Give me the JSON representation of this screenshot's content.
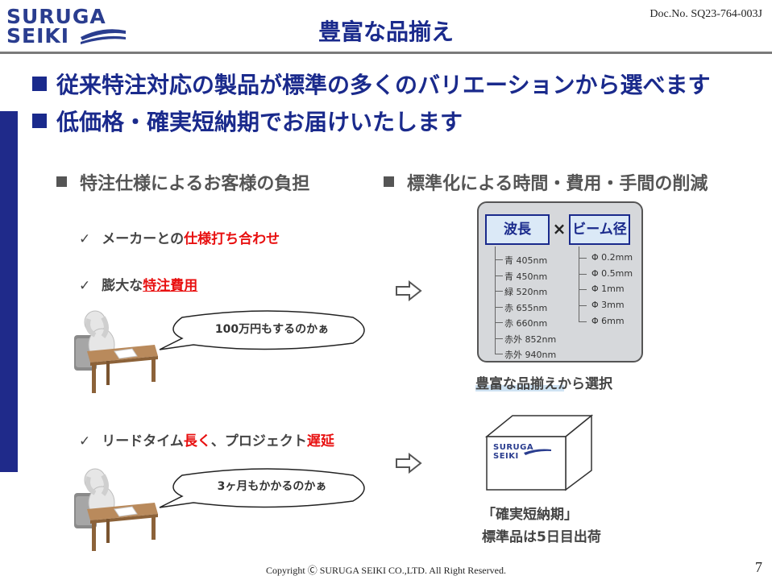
{
  "header": {
    "logo_line1": "SURUGA",
    "logo_line2": "SEIKI",
    "title": "豊富な品揃え",
    "doc_no": "Doc.No. SQ23-764-003J"
  },
  "bullets": [
    "従来特注対応の製品が標準の多くのバリエーションから選べます",
    "低価格・確実短納期でお届けいたします"
  ],
  "left_section": {
    "heading": "特注仕様によるお客様の負担",
    "check_mark": "✓",
    "check1": {
      "pre": "メーカーとの",
      "highlight": "仕様打ち合わせ"
    },
    "check2": {
      "pre": "膨大な",
      "highlight": "特注費用"
    },
    "check3": {
      "pre": "リードタイム",
      "hl1": "長く",
      "mid": "、プロジェクト",
      "hl2": "遅延"
    },
    "bubble1": "100万円もするのかぁ",
    "bubble2": "3ヶ月もかかるのかぁ"
  },
  "right_section": {
    "heading": "標準化による時間・費用・手間の削減",
    "panel": {
      "header_left": "波長",
      "times": "×",
      "header_right": "ビーム径",
      "wavelengths": [
        "青  405nm",
        "青  450nm",
        "緑  520nm",
        "赤  655nm",
        "赤  660nm",
        "赤外  852nm",
        "赤外  940nm"
      ],
      "beam_diameters": [
        "Φ 0.2mm",
        "Φ 0.5mm",
        "Φ 1mm",
        "Φ 3mm",
        "Φ 6mm"
      ]
    },
    "caption1": "豊富な品揃えから選択",
    "box_logo1": "SURUGA",
    "box_logo2": "SEIKI",
    "caption2a": "「確実短納期」",
    "caption2b": "標準品は5日目出荷"
  },
  "footer": {
    "copyright": "Copyright Ⓒ SURUGA SEIKI CO.,LTD. All Right Reserved.",
    "page": "7"
  },
  "colors": {
    "brand_blue": "#1a2a8c",
    "highlight_red": "#e81010",
    "panel_grey": "#d6d8db"
  }
}
